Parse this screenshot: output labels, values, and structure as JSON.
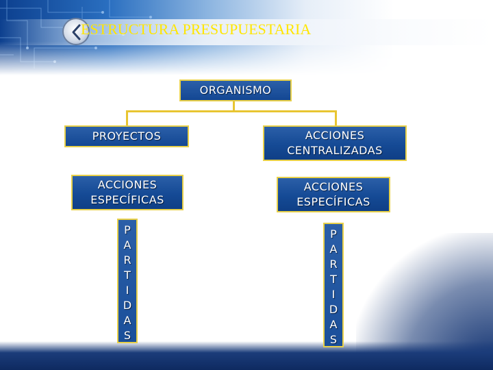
{
  "slide": {
    "title": "ESTRUCTURA PRESUPUESTARIA"
  },
  "diagram": {
    "root": "ORGANISMO",
    "left": {
      "level1": "PROYECTOS",
      "level2": "ACCIONES\nESPECÍFICAS",
      "level3": [
        "P",
        "A",
        "R",
        "T",
        "I",
        "D",
        "A",
        "S"
      ]
    },
    "right": {
      "level1": "ACCIONES\nCENTRALIZADAS",
      "level2": "ACCIONES\nESPECÍFICAS",
      "level3": [
        "P",
        "A",
        "R",
        "T",
        "I",
        "D",
        "A",
        "S"
      ]
    }
  },
  "colors": {
    "box_fill": "#1a4f9a",
    "box_border": "#e8d048",
    "connector": "#e8c531",
    "title": "#ffe600"
  },
  "icons": {
    "back": "chevron-left-icon"
  }
}
